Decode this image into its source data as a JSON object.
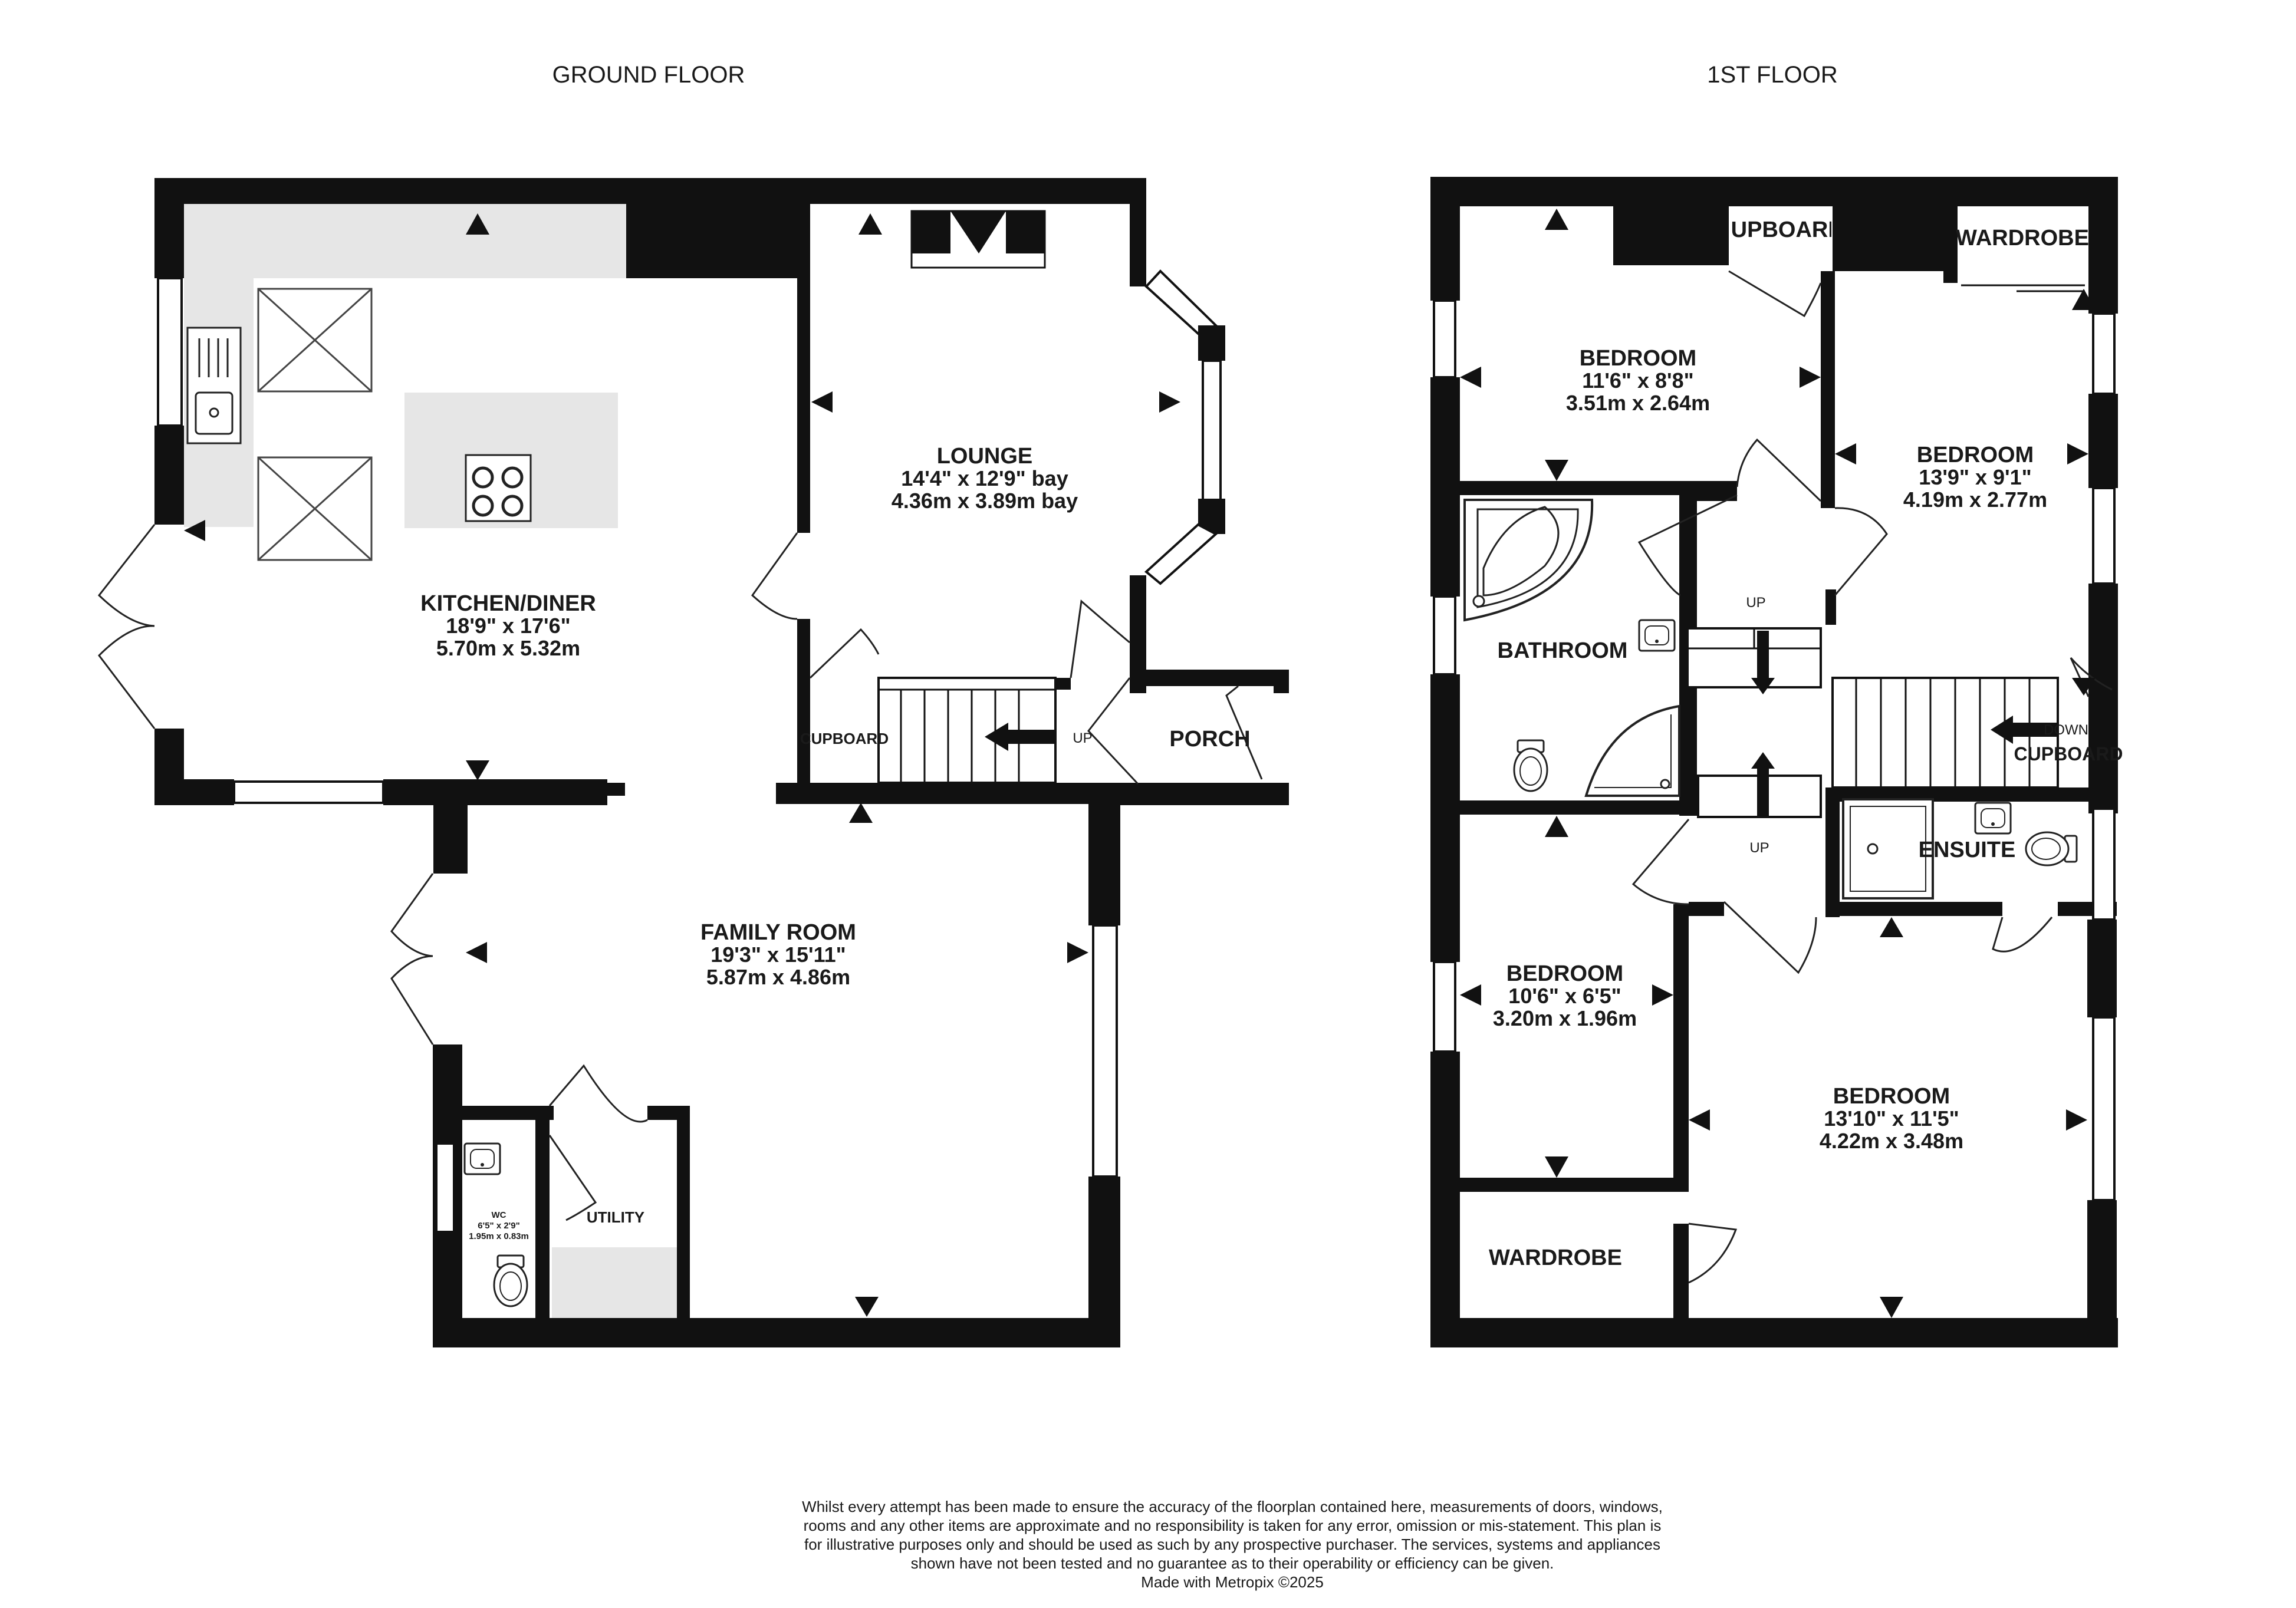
{
  "floors": [
    {
      "title": "GROUND FLOOR"
    },
    {
      "title": "1ST FLOOR"
    }
  ],
  "rooms": {
    "kitchen": {
      "name": "KITCHEN/DINER",
      "imperial": "18'9\"  x 17'6\"",
      "metric": "5.70m  x 5.32m"
    },
    "lounge": {
      "name": "LOUNGE",
      "imperial": "14'4\"  x 12'9\" bay",
      "metric": "4.36m  x 3.89m bay"
    },
    "family": {
      "name": "FAMILY ROOM",
      "imperial": "19'3\"  x 15'11\"",
      "metric": "5.87m  x 4.86m"
    },
    "porch": {
      "name": "PORCH"
    },
    "cupboard_ground": {
      "name": "CUPBOARD"
    },
    "utility": {
      "name": "UTILITY"
    },
    "wc": {
      "name": "WC",
      "imperial": "6'5\"  x 2'9\"",
      "metric": "1.95m  x 0.83m"
    },
    "bed1": {
      "name": "BEDROOM",
      "imperial": "11'6\"  x 8'8\"",
      "metric": "3.51m  x 2.64m"
    },
    "bed2": {
      "name": "BEDROOM",
      "imperial": "13'9\"  x 9'1\"",
      "metric": "4.19m  x 2.77m"
    },
    "bed3": {
      "name": "BEDROOM",
      "imperial": "10'6\"  x 6'5\"",
      "metric": "3.20m  x 1.96m"
    },
    "bed4": {
      "name": "BEDROOM",
      "imperial": "13'10\"  x 11'5\"",
      "metric": "4.22m  x 3.48m"
    },
    "bathroom": {
      "name": "BATHROOM"
    },
    "ensuite": {
      "name": "ENSUITE"
    },
    "wardrobe_top": {
      "name": "WARDROBE"
    },
    "wardrobe_bottom": {
      "name": "WARDROBE"
    },
    "cupboard_top": {
      "name": "CUPBOARD"
    },
    "cupboard_landing": {
      "name": "CUPBOARD"
    }
  },
  "stairs": {
    "ground_up": "UP",
    "first_up_top": "UP",
    "first_up_bottom": "UP",
    "first_down": "DOWN"
  },
  "disclaimer": {
    "text": "Whilst every attempt has been made to ensure the accuracy of the floorplan contained here, measurements of doors, windows, rooms and any other items are approximate and no responsibility is taken for any error, omission or mis-statement. This plan is for illustrative purposes only and should be used as such by any prospective purchaser. The services, systems and appliances shown have not been tested and no guarantee as to their operability or efficiency can be given.",
    "credit": "Made with Metropix ©2025"
  },
  "colors": {
    "wall": "#111111",
    "fixture": "#e6e6e6",
    "text": "#1a1a1a"
  }
}
